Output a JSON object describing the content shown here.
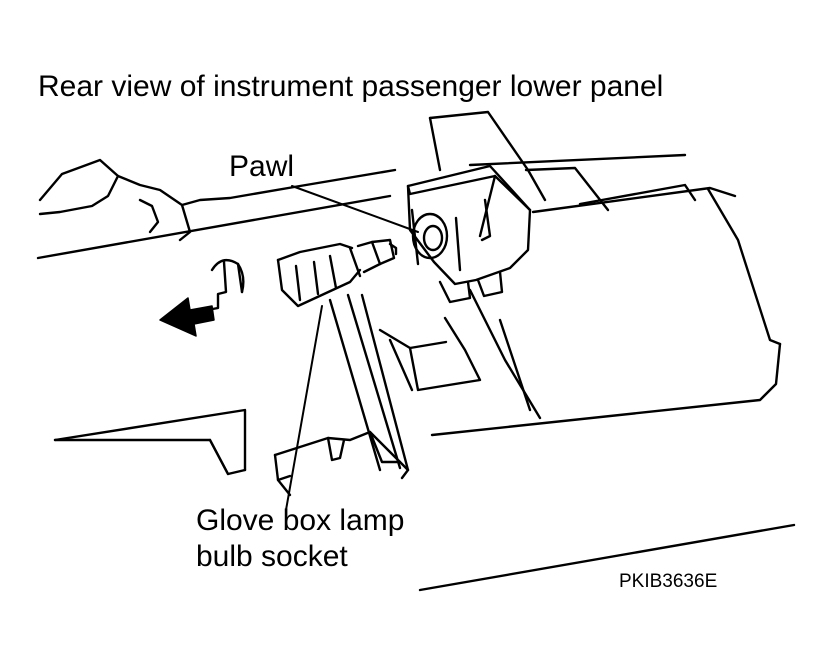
{
  "title": "Rear view of instrument passenger lower panel",
  "callouts": {
    "pawl": "Pawl",
    "bulb_socket_line1": "Glove box lamp",
    "bulb_socket_line2": "bulb socket"
  },
  "figure_code": "PKIB3636E",
  "colors": {
    "ink": "#000000",
    "paper": "#ffffff"
  }
}
